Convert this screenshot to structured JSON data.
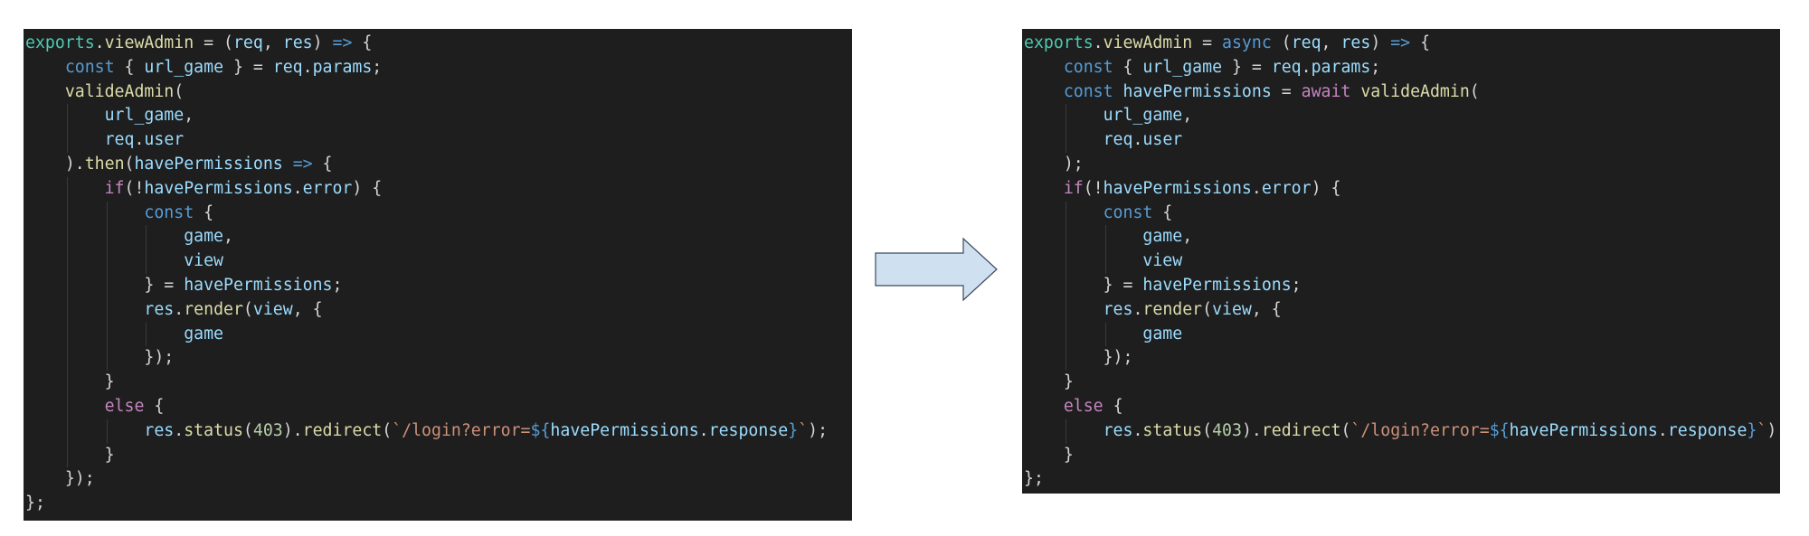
{
  "colors": {
    "panel_bg": "#1e1e1e",
    "default": "#d4d4d4",
    "exports": "#4ec9b0",
    "function": "#dcdcaa",
    "variable": "#9cdcfe",
    "keyword": "#569cd6",
    "control": "#c586c0",
    "number": "#b5cea8",
    "string": "#ce9178",
    "arrow_fill": "#cfe0f1",
    "arrow_stroke": "#3c4a5a"
  },
  "panels": {
    "left": {
      "name": "original-code",
      "lines": [
        {
          "indent": 0,
          "tokens": [
            [
              "exports",
              "exports"
            ],
            [
              ".",
              "default"
            ],
            [
              "viewAdmin",
              "function"
            ],
            [
              " = (",
              "default"
            ],
            [
              "req",
              "variable"
            ],
            [
              ", ",
              "default"
            ],
            [
              "res",
              "variable"
            ],
            [
              ") ",
              "default"
            ],
            [
              "=>",
              "keyword"
            ],
            [
              " {",
              "default"
            ]
          ]
        },
        {
          "indent": 1,
          "tokens": [
            [
              "const",
              "keyword"
            ],
            [
              " { ",
              "default"
            ],
            [
              "url_game",
              "variable"
            ],
            [
              " } = ",
              "default"
            ],
            [
              "req",
              "variable"
            ],
            [
              ".",
              "default"
            ],
            [
              "params",
              "variable"
            ],
            [
              ";",
              "default"
            ]
          ]
        },
        {
          "indent": 1,
          "tokens": [
            [
              "valideAdmin",
              "function"
            ],
            [
              "(",
              "default"
            ]
          ]
        },
        {
          "indent": 2,
          "tokens": [
            [
              "url_game",
              "variable"
            ],
            [
              ",",
              "default"
            ]
          ]
        },
        {
          "indent": 2,
          "tokens": [
            [
              "req",
              "variable"
            ],
            [
              ".",
              "default"
            ],
            [
              "user",
              "variable"
            ]
          ]
        },
        {
          "indent": 1,
          "tokens": [
            [
              ").",
              "default"
            ],
            [
              "then",
              "function"
            ],
            [
              "(",
              "default"
            ],
            [
              "havePermissions",
              "variable"
            ],
            [
              " ",
              "default"
            ],
            [
              "=>",
              "keyword"
            ],
            [
              " {",
              "default"
            ]
          ]
        },
        {
          "indent": 2,
          "tokens": [
            [
              "if",
              "control"
            ],
            [
              "(!",
              "default"
            ],
            [
              "havePermissions",
              "variable"
            ],
            [
              ".",
              "default"
            ],
            [
              "error",
              "variable"
            ],
            [
              ") {",
              "default"
            ]
          ]
        },
        {
          "indent": 3,
          "tokens": [
            [
              "const",
              "keyword"
            ],
            [
              " {",
              "default"
            ]
          ]
        },
        {
          "indent": 4,
          "tokens": [
            [
              "game",
              "variable"
            ],
            [
              ",",
              "default"
            ]
          ]
        },
        {
          "indent": 4,
          "tokens": [
            [
              "view",
              "variable"
            ]
          ]
        },
        {
          "indent": 3,
          "tokens": [
            [
              "} = ",
              "default"
            ],
            [
              "havePermissions",
              "variable"
            ],
            [
              ";",
              "default"
            ]
          ]
        },
        {
          "indent": 3,
          "tokens": [
            [
              "res",
              "variable"
            ],
            [
              ".",
              "default"
            ],
            [
              "render",
              "function"
            ],
            [
              "(",
              "default"
            ],
            [
              "view",
              "variable"
            ],
            [
              ", {",
              "default"
            ]
          ]
        },
        {
          "indent": 4,
          "tokens": [
            [
              "game",
              "variable"
            ]
          ]
        },
        {
          "indent": 3,
          "tokens": [
            [
              "});",
              "default"
            ]
          ]
        },
        {
          "indent": 2,
          "tokens": [
            [
              "}",
              "default"
            ]
          ]
        },
        {
          "indent": 2,
          "tokens": [
            [
              "else",
              "control"
            ],
            [
              " {",
              "default"
            ]
          ]
        },
        {
          "indent": 3,
          "tokens": [
            [
              "res",
              "variable"
            ],
            [
              ".",
              "default"
            ],
            [
              "status",
              "function"
            ],
            [
              "(",
              "default"
            ],
            [
              "403",
              "number"
            ],
            [
              ").",
              "default"
            ],
            [
              "redirect",
              "function"
            ],
            [
              "(",
              "default"
            ],
            [
              "`/login?error=",
              "string"
            ],
            [
              "${",
              "keyword"
            ],
            [
              "havePermissions",
              "variable"
            ],
            [
              ".",
              "default"
            ],
            [
              "response",
              "variable"
            ],
            [
              "}",
              "keyword"
            ],
            [
              "`",
              "string"
            ],
            [
              ");",
              "default"
            ]
          ]
        },
        {
          "indent": 2,
          "tokens": [
            [
              "}",
              "default"
            ]
          ]
        },
        {
          "indent": 1,
          "tokens": [
            [
              "});",
              "default"
            ]
          ]
        },
        {
          "indent": 0,
          "tokens": [
            [
              "};",
              "default"
            ]
          ]
        }
      ]
    },
    "right": {
      "name": "refactored-code",
      "lines": [
        {
          "indent": 0,
          "tokens": [
            [
              "exports",
              "exports"
            ],
            [
              ".",
              "default"
            ],
            [
              "viewAdmin",
              "function"
            ],
            [
              " = ",
              "default"
            ],
            [
              "async",
              "keyword"
            ],
            [
              " (",
              "default"
            ],
            [
              "req",
              "variable"
            ],
            [
              ", ",
              "default"
            ],
            [
              "res",
              "variable"
            ],
            [
              ") ",
              "default"
            ],
            [
              "=>",
              "keyword"
            ],
            [
              " {",
              "default"
            ]
          ]
        },
        {
          "indent": 1,
          "tokens": [
            [
              "const",
              "keyword"
            ],
            [
              " { ",
              "default"
            ],
            [
              "url_game",
              "variable"
            ],
            [
              " } = ",
              "default"
            ],
            [
              "req",
              "variable"
            ],
            [
              ".",
              "default"
            ],
            [
              "params",
              "variable"
            ],
            [
              ";",
              "default"
            ]
          ]
        },
        {
          "indent": 1,
          "tokens": [
            [
              "const",
              "keyword"
            ],
            [
              " ",
              "default"
            ],
            [
              "havePermissions",
              "variable"
            ],
            [
              " = ",
              "default"
            ],
            [
              "await",
              "control"
            ],
            [
              " ",
              "default"
            ],
            [
              "valideAdmin",
              "function"
            ],
            [
              "(",
              "default"
            ]
          ]
        },
        {
          "indent": 2,
          "tokens": [
            [
              "url_game",
              "variable"
            ],
            [
              ",",
              "default"
            ]
          ]
        },
        {
          "indent": 2,
          "tokens": [
            [
              "req",
              "variable"
            ],
            [
              ".",
              "default"
            ],
            [
              "user",
              "variable"
            ]
          ]
        },
        {
          "indent": 1,
          "tokens": [
            [
              ");",
              "default"
            ]
          ]
        },
        {
          "indent": 1,
          "tokens": [
            [
              "if",
              "control"
            ],
            [
              "(!",
              "default"
            ],
            [
              "havePermissions",
              "variable"
            ],
            [
              ".",
              "default"
            ],
            [
              "error",
              "variable"
            ],
            [
              ") {",
              "default"
            ]
          ]
        },
        {
          "indent": 2,
          "tokens": [
            [
              "const",
              "keyword"
            ],
            [
              " {",
              "default"
            ]
          ]
        },
        {
          "indent": 3,
          "tokens": [
            [
              "game",
              "variable"
            ],
            [
              ",",
              "default"
            ]
          ]
        },
        {
          "indent": 3,
          "tokens": [
            [
              "view",
              "variable"
            ]
          ]
        },
        {
          "indent": 2,
          "tokens": [
            [
              "} = ",
              "default"
            ],
            [
              "havePermissions",
              "variable"
            ],
            [
              ";",
              "default"
            ]
          ]
        },
        {
          "indent": 2,
          "tokens": [
            [
              "res",
              "variable"
            ],
            [
              ".",
              "default"
            ],
            [
              "render",
              "function"
            ],
            [
              "(",
              "default"
            ],
            [
              "view",
              "variable"
            ],
            [
              ", {",
              "default"
            ]
          ]
        },
        {
          "indent": 3,
          "tokens": [
            [
              "game",
              "variable"
            ]
          ]
        },
        {
          "indent": 2,
          "tokens": [
            [
              "});",
              "default"
            ]
          ]
        },
        {
          "indent": 1,
          "tokens": [
            [
              "}",
              "default"
            ]
          ]
        },
        {
          "indent": 1,
          "tokens": [
            [
              "else",
              "control"
            ],
            [
              " {",
              "default"
            ]
          ]
        },
        {
          "indent": 2,
          "tokens": [
            [
              "res",
              "variable"
            ],
            [
              ".",
              "default"
            ],
            [
              "status",
              "function"
            ],
            [
              "(",
              "default"
            ],
            [
              "403",
              "number"
            ],
            [
              ").",
              "default"
            ],
            [
              "redirect",
              "function"
            ],
            [
              "(",
              "default"
            ],
            [
              "`/login?error=",
              "string"
            ],
            [
              "${",
              "keyword"
            ],
            [
              "havePermissions",
              "variable"
            ],
            [
              ".",
              "default"
            ],
            [
              "response",
              "variable"
            ],
            [
              "}",
              "keyword"
            ],
            [
              "`",
              "string"
            ],
            [
              ");",
              "default"
            ]
          ]
        },
        {
          "indent": 1,
          "tokens": [
            [
              "}",
              "default"
            ]
          ]
        },
        {
          "indent": 0,
          "tokens": [
            [
              "};",
              "default"
            ]
          ]
        }
      ]
    }
  },
  "arrow": {
    "icon": "right-arrow-icon"
  }
}
